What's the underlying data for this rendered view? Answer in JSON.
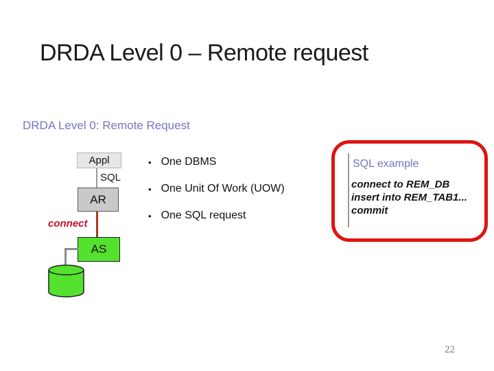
{
  "slide": {
    "title": "DRDA Level 0 – Remote request",
    "page_number": "22"
  },
  "panel": {
    "heading": "DRDA Level 0: Remote Request"
  },
  "diagram": {
    "appl_label": "Appl",
    "sql_label": "SQL",
    "ar_label": "AR",
    "connect_label": "connect",
    "as_label": "AS",
    "database_icon": "database-cylinder-icon"
  },
  "bullet_char": "•",
  "bullets": [
    "One DBMS",
    "One Unit Of Work (UOW)",
    "One SQL request"
  ],
  "callout": {
    "heading": "SQL example",
    "code_lines": [
      "connect to REM_DB",
      "insert into REM_TAB1...",
      "commit"
    ]
  },
  "colors": {
    "heading_blue": "#7176C3",
    "callout_border_red": "#DD1512",
    "diagram_green": "#54E22E",
    "connect_text_red": "#C3112B",
    "connect_line_red": "#A93A1B",
    "ar_gray": "#C9C9C9",
    "appl_gray": "#E7E7E7",
    "page_number_gray": "#7A7A7A"
  }
}
